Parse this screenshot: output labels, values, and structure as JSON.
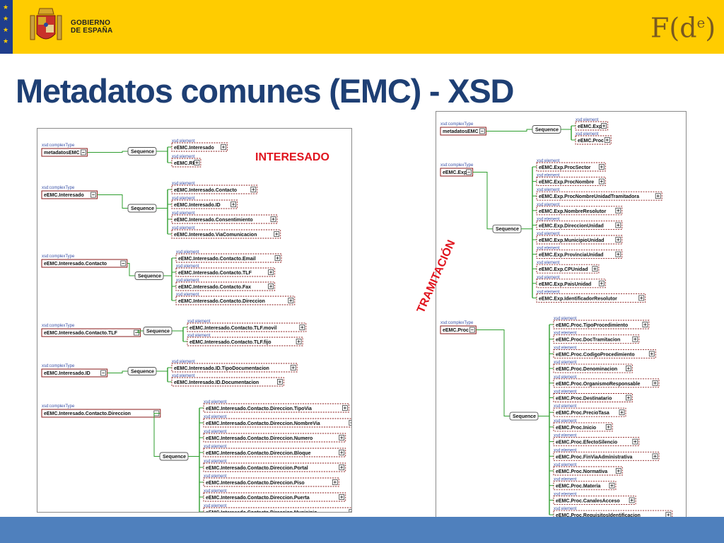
{
  "header": {
    "government_line1": "GOBIERNO",
    "government_line2": "DE ESPAÑA",
    "logo_text": "F(d",
    "logo_sup": "e",
    "logo_close": ")",
    "eu_flag_icon": "eu-flag-icon",
    "coat_of_arms_icon": "coat-of-arms-icon"
  },
  "slide": {
    "title": "Metadatos comunes (EMC) - XSD",
    "label_interesado": "INTERESADO",
    "label_tramitacion": "TRAMITACIÓN"
  },
  "colors": {
    "header_bg": "#ffcc00",
    "title": "#1e3f74",
    "label": "#e0141e",
    "footer": "#4f80bd",
    "connector": "#2e9e2e",
    "box_border": "#8a1a1a"
  },
  "diagram": {
    "type_caption": "xsd:complexType",
    "element_caption": "xsd:element",
    "sequence_label": "Sequence",
    "left": [
      {
        "type": "metadatosEMC",
        "elements": [
          "eEMC.Interesado",
          "eEMC.RP"
        ]
      },
      {
        "type": "eEMC.Interesado",
        "elements": [
          "eEMC.Interesado.Contacto",
          "eEMC.Interesado.ID",
          "eEMC.Interesado.Consentimiento",
          "eEMC.Interesado.ViaComunicacion"
        ]
      },
      {
        "type": "eEMC.Interesado.Contacto",
        "elements": [
          "eEMC.Interesado.Contacto.Email",
          "eEMC.Interesado.Contacto.TLF",
          "eEMC.Interesado.Contacto.Fax",
          "eEMC.Interesado.Contacto.Direccion"
        ]
      },
      {
        "type": "eEMC.Interesado.Contacto.TLF",
        "elements": [
          "eEMC.Interesado.Contacto.TLF.movil",
          "eEMC.Interesado.Contacto.TLF.fijo"
        ]
      },
      {
        "type": "eEMC.Interesado.ID",
        "elements": [
          "eEMC.Interesado.ID.TipoDocumentacion",
          "eEMC.Interesado.ID.Documentacion"
        ]
      },
      {
        "type": "eEMC.Interesado.Contacto.Direccion",
        "elements": [
          "eEMC.Interesado.Contacto.Direccion.TipoVia",
          "eEMC.Interesado.Contacto.Direccion.NombreVia",
          "eEMC.Interesado.Contacto.Direccion.Numero",
          "eEMC.Interesado.Contacto.Direccion.Bloque",
          "eEMC.Interesado.Contacto.Direccion.Portal",
          "eEMC.Interesado.Contacto.Direccion.Piso",
          "eEMC.Interesado.Contacto.Direccion.Puerta",
          "eEMC.Interesado.Contacto.Direccion.Municipio"
        ]
      }
    ],
    "right": [
      {
        "type": "metadatosEMC",
        "elements": [
          "eEMC.Exp",
          "eEMC.Proc"
        ]
      },
      {
        "type": "eEMC.Exp",
        "elements": [
          "eEMC.Exp.ProcSector",
          "eEMC.Exp.ProcNombre",
          "eEMC.Exp.ProcNombreUnidadTramitadora",
          "eEMC.Exp.NombreResolutor",
          "eEMC.Exp.DireccionUnidad",
          "eEMC.Exp.MunicipioUnidad",
          "eEMC.Exp.ProvinciaUnidad",
          "eEMC.Exp.CPUnidad",
          "eEMC.Exp.PaisUnidad",
          "eEMC.Exp.IdentificadorResolutor"
        ]
      },
      {
        "type": "eEMC.Proc",
        "elements": [
          "eEMC.Proc.TipoProcedimiento",
          "eEMC.Proc.DocTramitacion",
          "eEMC.Proc.CodigoProcedimiento",
          "eEMC.Proc.Denominacion",
          "eEMC.Proc.OrganismoResponsable",
          "eEMC.Proc.Destinatario",
          "eEMC.Proc.PrecioTasa",
          "eEMC.Proc.Inicio",
          "eEMC.Proc.EfectoSilencio",
          "eEMC.Proc.FinViaAdministrativa",
          "eEMC.Proc.Normativa",
          "eEMC.Proc.Materia",
          "eEMC.Proc.CanalesAcceso",
          "eEMC.Proc.RequisitosIdentificacion"
        ]
      }
    ]
  }
}
